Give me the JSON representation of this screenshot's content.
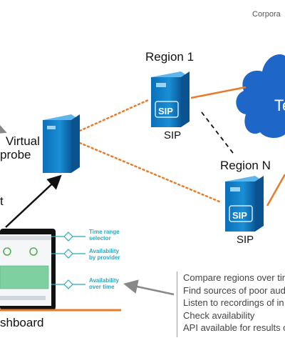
{
  "labels": {
    "corporate": "Corpora",
    "region1": "Region 1",
    "regionN": "Region N",
    "sip_top": "SIP",
    "sip_bottom": "SIP",
    "virtual": "Virtual",
    "probe": "probe",
    "cut_t": "t",
    "dashboard": "shboard",
    "cloud": "Te"
  },
  "annotations": [
    "Time range\nselector",
    "Availability\nby provider",
    "Availability\nover time"
  ],
  "server_badge": "SIP",
  "features": [
    "Compare regions over tim",
    "Find sources of poor aud",
    "Listen to recordings of in",
    "Check availability",
    "API available for results o"
  ],
  "colors": {
    "server_blue": "#1a8fd6",
    "cloud_blue": "#1e66c8",
    "link_orange": "#e87c2a",
    "annotation_teal": "#2aa8c0"
  }
}
